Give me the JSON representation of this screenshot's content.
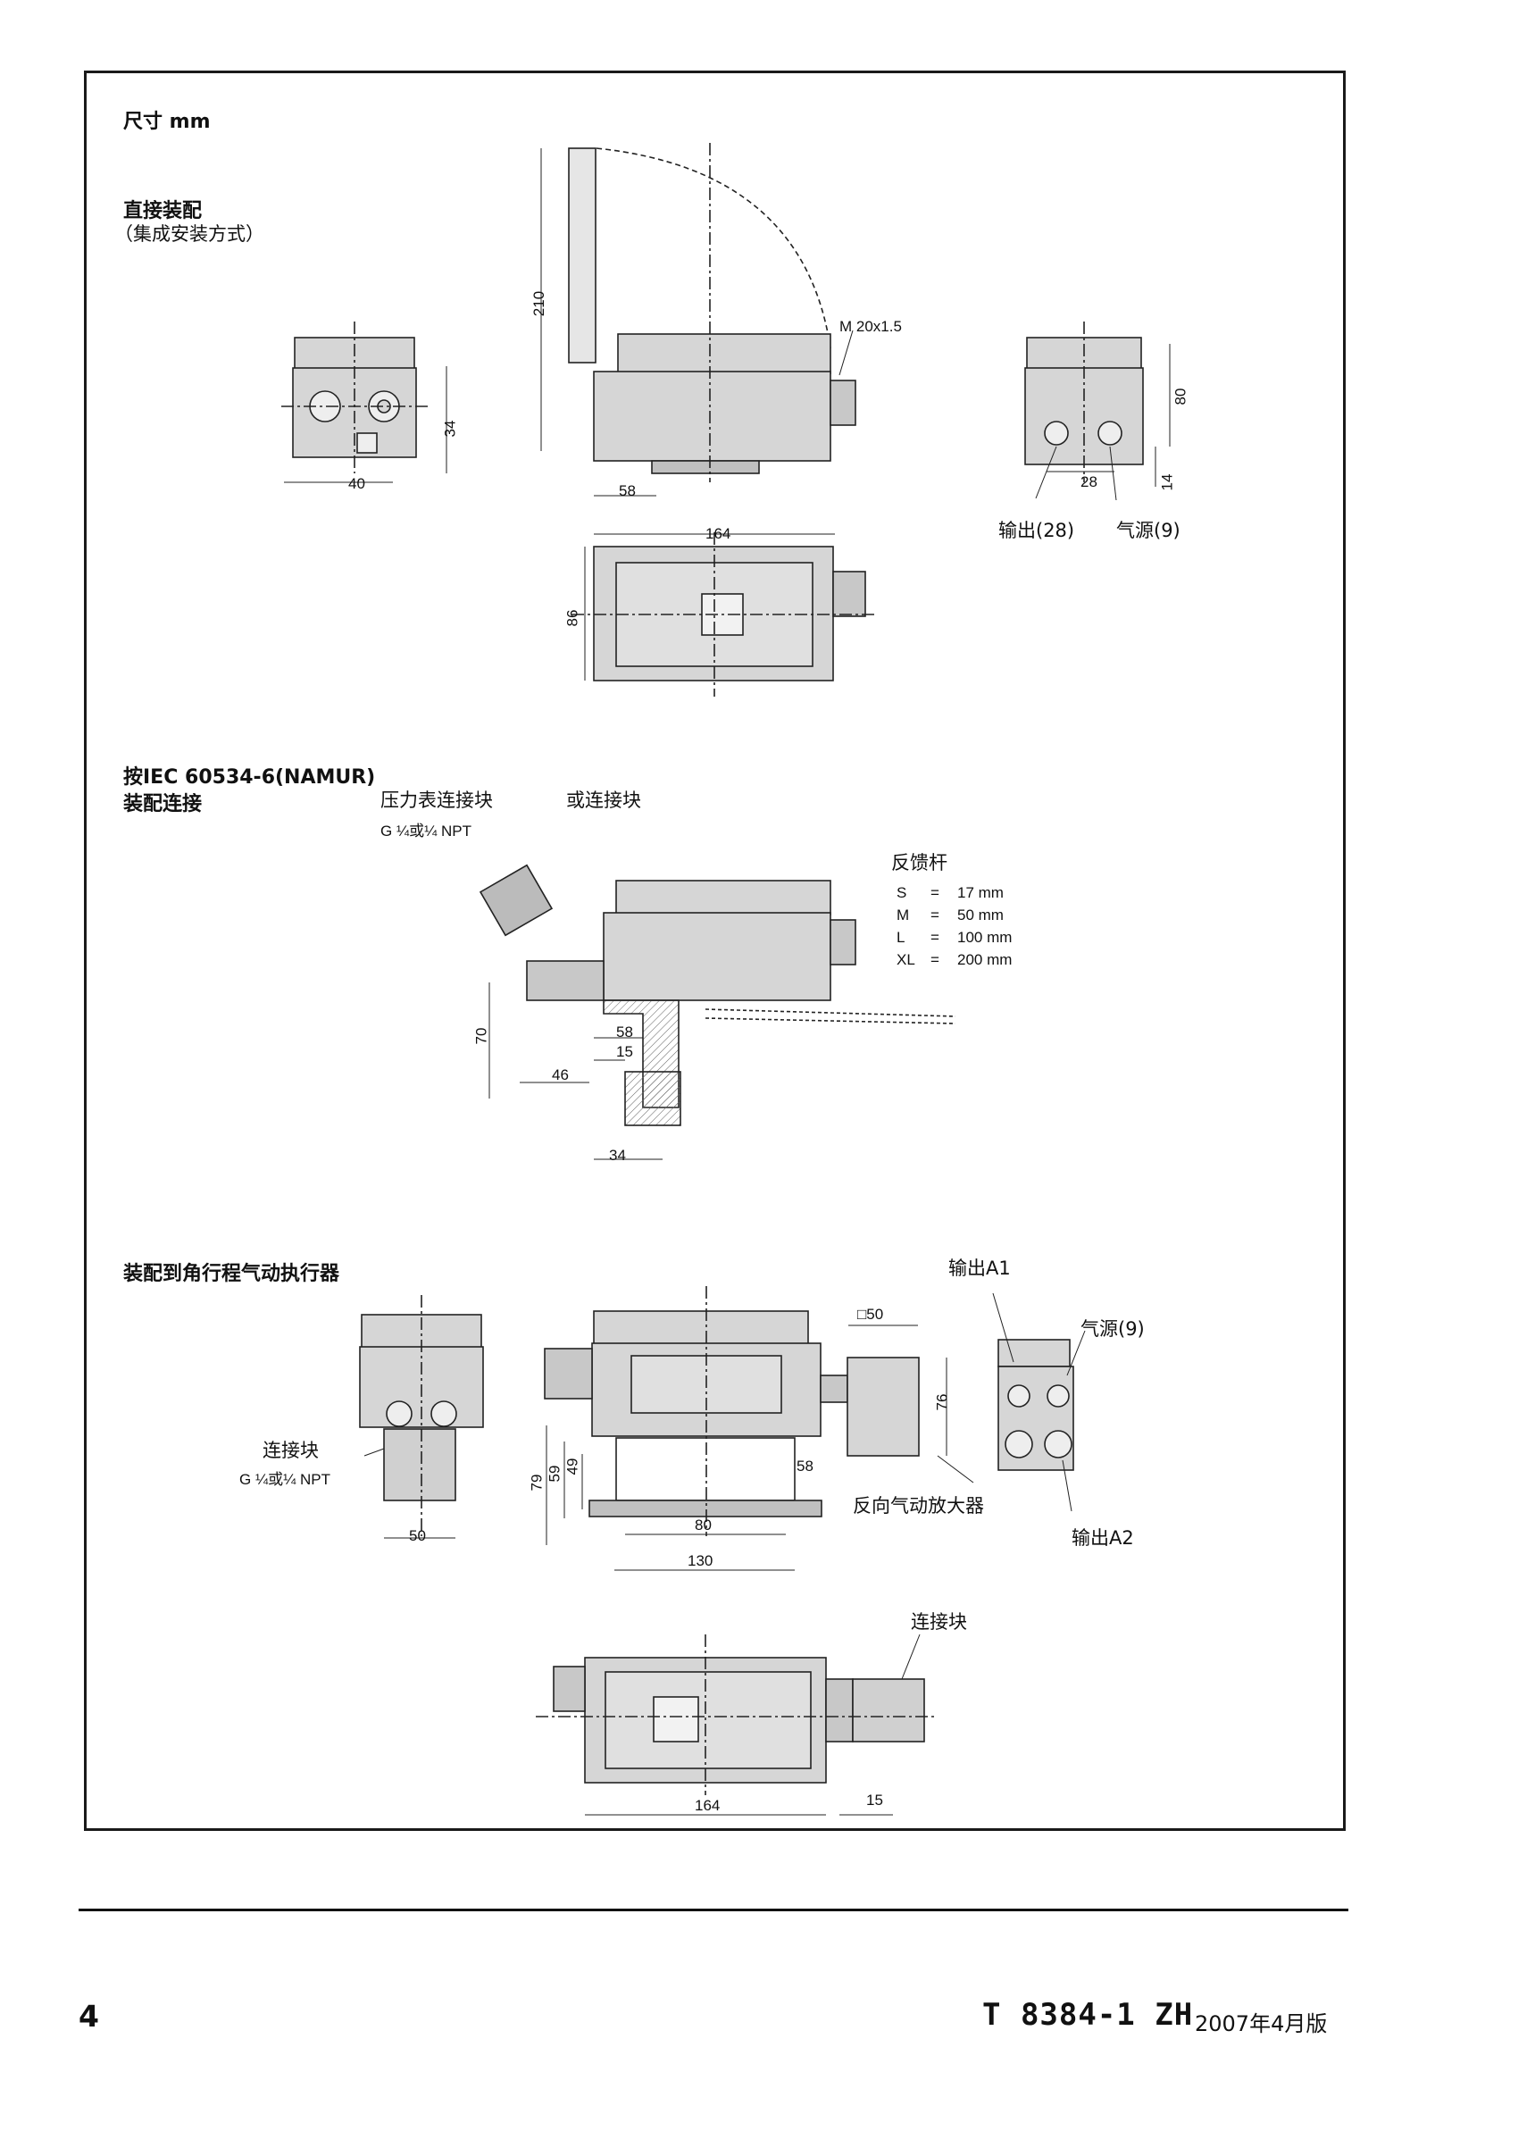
{
  "header": {
    "title": "尺寸 mm"
  },
  "section1": {
    "title": "直接装配",
    "subtitle": "（集成安装方式）",
    "dims": {
      "w40": "40",
      "h34": "34",
      "h210": "210",
      "thread": "M 20x1.5",
      "w58": "58",
      "h80": "80",
      "w28": "28",
      "w14": "14",
      "w164": "164",
      "h86": "86"
    },
    "output_label": "输出(28)",
    "supply_label": "气源(9)"
  },
  "section2": {
    "title_line1": "按IEC 60534-6(NAMUR)",
    "title_line2": "装配连接",
    "gauge_block": "压力表连接块",
    "gauge_thread": "G ¼或¼ NPT",
    "or_block": "或连接块",
    "lever_title": "反馈杆",
    "lever_rows": [
      {
        "size": "S",
        "eq": "=",
        "val": "17 mm"
      },
      {
        "size": "M",
        "eq": "=",
        "val": "50 mm"
      },
      {
        "size": "L",
        "eq": "=",
        "val": "100 mm"
      },
      {
        "size": "XL",
        "eq": "=",
        "val": "200 mm"
      }
    ],
    "dims": {
      "h70": "70",
      "w58": "58",
      "w15": "15",
      "w46": "46",
      "w34": "34"
    }
  },
  "section3": {
    "title": "装配到角行程气动执行器",
    "connector_block": "连接块",
    "connector_thread": "G ¼或¼ NPT",
    "output_a1": "输出A1",
    "supply": "气源(9)",
    "booster": "反向气动放大器",
    "output_a2": "输出A2",
    "connector_block2": "连接块",
    "dims": {
      "w50": "50",
      "sq50": "□50",
      "h76": "76",
      "h79": "79",
      "h59": "59",
      "h49": "49",
      "w58": "58",
      "w80": "80",
      "w130": "130",
      "w164": "164",
      "w15": "15"
    }
  },
  "footer": {
    "page_number": "4",
    "doc_code": "T 8384-1 ZH",
    "edition": "2007年4月版"
  }
}
